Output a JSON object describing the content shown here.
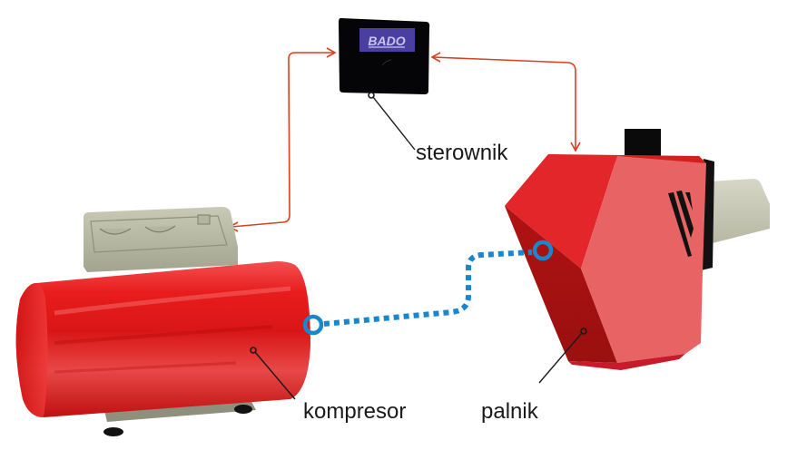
{
  "diagram": {
    "components": [
      {
        "id": "controller",
        "label": "sterownik",
        "brand_text": "BADO"
      },
      {
        "id": "compressor",
        "label": "kompresor"
      },
      {
        "id": "burner",
        "label": "palnik"
      }
    ],
    "connections": [
      {
        "from": "controller",
        "to": "compressor",
        "type": "signal",
        "style": "bidirectional-arrow"
      },
      {
        "from": "controller",
        "to": "burner",
        "type": "signal",
        "style": "bidirectional-arrow"
      },
      {
        "from": "compressor",
        "to": "burner",
        "type": "air-line",
        "style": "dotted"
      }
    ]
  },
  "colors": {
    "signal_line": "#d9401f",
    "air_line": "#1a86cc",
    "tank_red": "#e62222",
    "burner_red": "#e85a5a",
    "burner_dark": "#a51010",
    "controller_body": "#050508",
    "controller_screen": "#4a3fa0",
    "metal_grey": "#b8b9a4",
    "leader_line": "#1a1a1a"
  }
}
